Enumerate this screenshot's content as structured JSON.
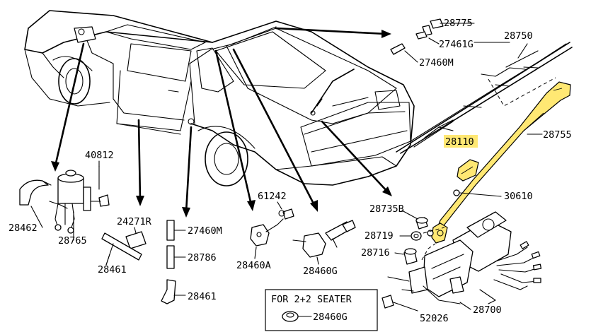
{
  "labels": {
    "p28775": "28775",
    "p27461G": "27461G",
    "p28750": "28750",
    "p27460M_top": "27460M",
    "p28110": "28110",
    "p28755": "28755",
    "p40812": "40812",
    "p30610": "30610",
    "p61242": "61242",
    "p24271R": "24271R",
    "p28735B": "28735B",
    "p28462": "28462",
    "p27460M": "27460M",
    "p28719": "28719",
    "p28765": "28765",
    "p28786": "28786",
    "p28716": "28716",
    "p28460A": "28460A",
    "p28460G": "28460G",
    "p28461_left": "28461",
    "p28461_mid": "28461",
    "p28700": "28700",
    "p52026": "52026"
  },
  "seater_box": {
    "title": "FOR 2+2 SEATER",
    "part": "28460G"
  },
  "colors": {
    "highlight": "#ffe873",
    "line": "#000000",
    "background": "#ffffff"
  }
}
